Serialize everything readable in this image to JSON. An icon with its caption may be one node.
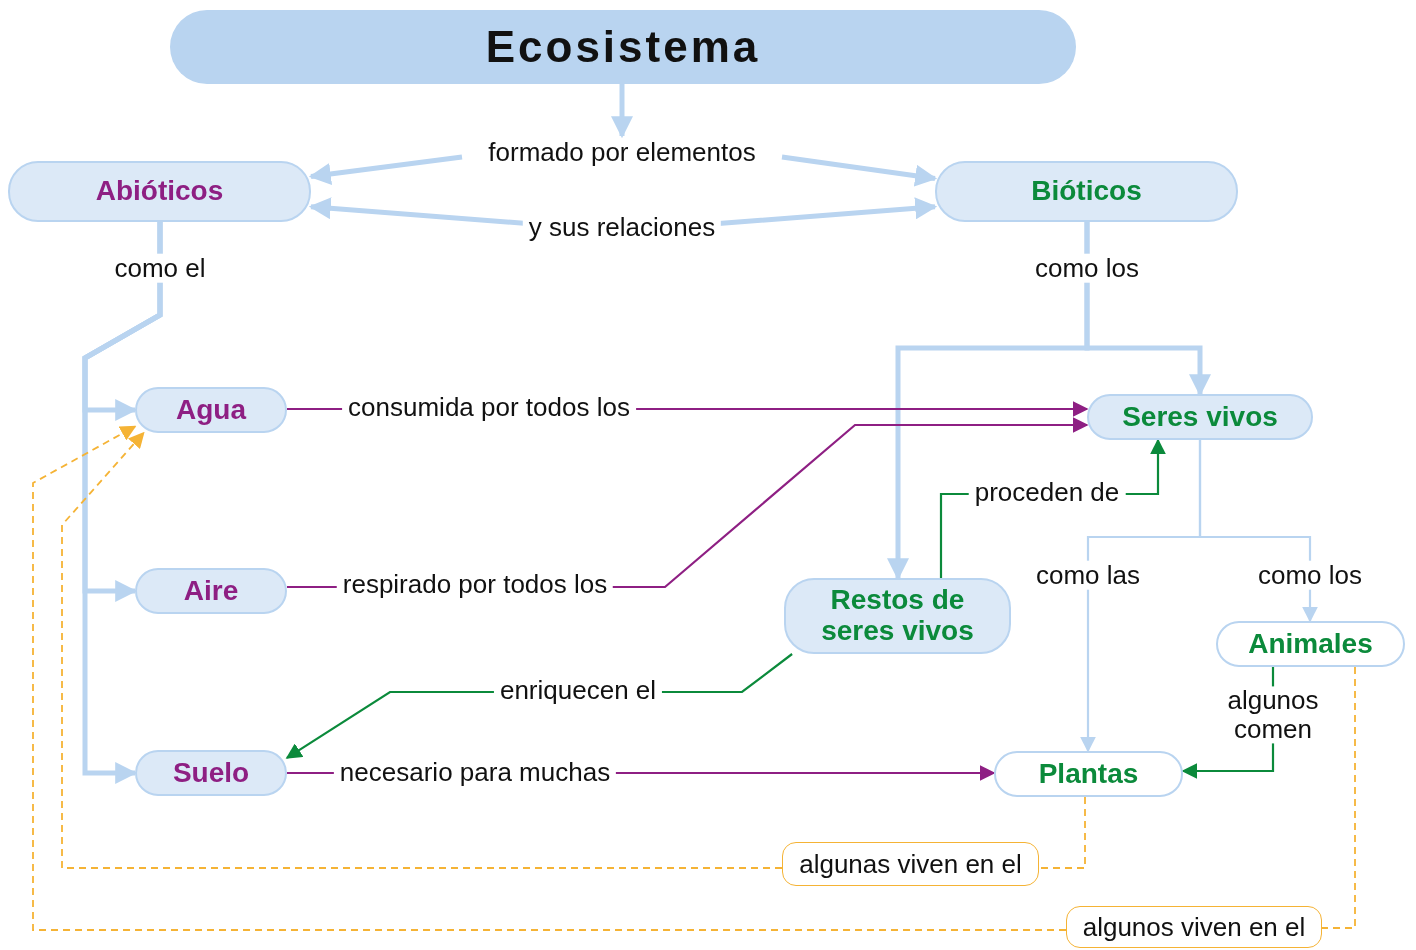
{
  "diagram": {
    "nodes": [
      {
        "text": [
          "Ecosistema"
        ]
      },
      {
        "text": [
          "Abióticos"
        ]
      },
      {
        "text": [
          "Bióticos"
        ]
      },
      {
        "text": [
          "Agua"
        ]
      },
      {
        "text": [
          "Aire"
        ]
      },
      {
        "text": [
          "Suelo"
        ]
      },
      {
        "text": [
          "Seres vivos"
        ]
      },
      {
        "text": [
          "Restos de seres vivos"
        ]
      },
      {
        "text": [
          "Animales"
        ]
      },
      {
        "text": [
          "Plantas"
        ]
      },
      {
        "text": [
          "algunas viven en el"
        ]
      },
      {
        "text": [
          "algunos viven en el"
        ]
      },
      {
        "text": [
          "formado por elementos"
        ]
      }
    ],
    "edges": [
      {
        "from": 0,
        "to": 12,
        "arrow": "to",
        "style": "thick"
      },
      {
        "from": 12,
        "to": 1,
        "arrow": "to",
        "style": "thick"
      },
      {
        "from": 12,
        "to": 2,
        "arrow": "to",
        "style": "thick"
      },
      {
        "from": 1,
        "to": 2,
        "arrow": "both",
        "style": "thick",
        "label": "y sus relaciones"
      },
      {
        "from": 1,
        "to": 3,
        "arrow": "to",
        "style": "thick",
        "label": "como el"
      },
      {
        "from": 1,
        "to": 4,
        "arrow": "to",
        "style": "thick"
      },
      {
        "from": 1,
        "to": 5,
        "arrow": "to",
        "style": "thick"
      },
      {
        "from": 2,
        "to": 6,
        "arrow": "to",
        "style": "thick",
        "label": "como los"
      },
      {
        "from": 2,
        "to": 7,
        "arrow": "to",
        "style": "thick"
      },
      {
        "from": 3,
        "to": 6,
        "arrow": "to",
        "color": "#8e1f83",
        "label": "consumida por todos los"
      },
      {
        "from": 4,
        "to": 6,
        "arrow": "to",
        "color": "#8e1f83",
        "label": "respirado por todos los"
      },
      {
        "from": 5,
        "to": 9,
        "arrow": "to",
        "color": "#8e1f83",
        "label": "necesario para muchas"
      },
      {
        "from": 7,
        "to": 6,
        "arrow": "to",
        "color": "#0b8a3b",
        "label": "proceden de"
      },
      {
        "from": 7,
        "to": 5,
        "arrow": "to",
        "color": "#0b8a3b",
        "label": "enriquecen el"
      },
      {
        "from": 6,
        "to": 9,
        "arrow": "to",
        "label": "como las"
      },
      {
        "from": 6,
        "to": 8,
        "arrow": "to",
        "label": "como los"
      },
      {
        "from": 8,
        "to": 9,
        "arrow": "to",
        "color": "#0b8a3b",
        "label": "algunos comen"
      },
      {
        "from": 9,
        "to": 10,
        "arrow": "none",
        "style": "dashed",
        "color": "#f5b335"
      },
      {
        "from": 10,
        "to": 3,
        "arrow": "to",
        "style": "dashed",
        "color": "#f5b335"
      },
      {
        "from": 8,
        "to": 11,
        "arrow": "none",
        "style": "dashed",
        "color": "#f5b335"
      },
      {
        "from": 11,
        "to": 3,
        "arrow": "to",
        "style": "dashed",
        "color": "#f5b335"
      }
    ]
  }
}
